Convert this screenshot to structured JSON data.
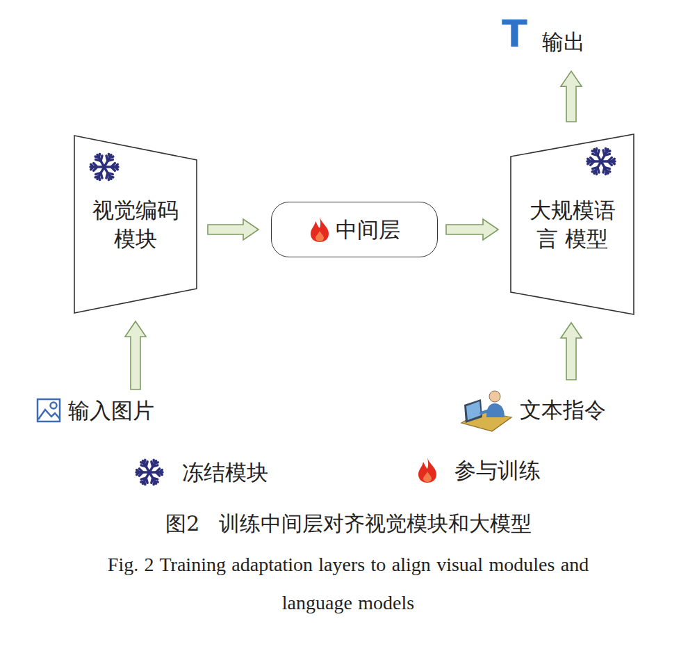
{
  "diagram": {
    "caption": "图2 训练中间层对齐视觉模块和大模型",
    "nodes": [
      {
        "text": [
          "输出"
        ]
      },
      {
        "text": [
          "视觉编码 模块"
        ]
      },
      {
        "text": [
          "中间层"
        ]
      },
      {
        "text": [
          "大规模语言 模型"
        ]
      },
      {
        "text": [
          "输入图片"
        ]
      },
      {
        "text": [
          "文本指令"
        ]
      }
    ],
    "edges": [
      {
        "from": 4,
        "to": 1,
        "arrow": "to"
      },
      {
        "from": 1,
        "to": 2,
        "arrow": "to"
      },
      {
        "from": 2,
        "to": 3,
        "arrow": "to"
      },
      {
        "from": 5,
        "to": 3,
        "arrow": "to"
      },
      {
        "from": 3,
        "to": 0,
        "arrow": "to"
      }
    ],
    "labels": [
      "T",
      "Fig. 2 Training adaptation layers to align visual modules and language models"
    ],
    "legend": [
      {
        "text": "冻结模块"
      },
      {
        "text": "参与训练"
      }
    ]
  }
}
